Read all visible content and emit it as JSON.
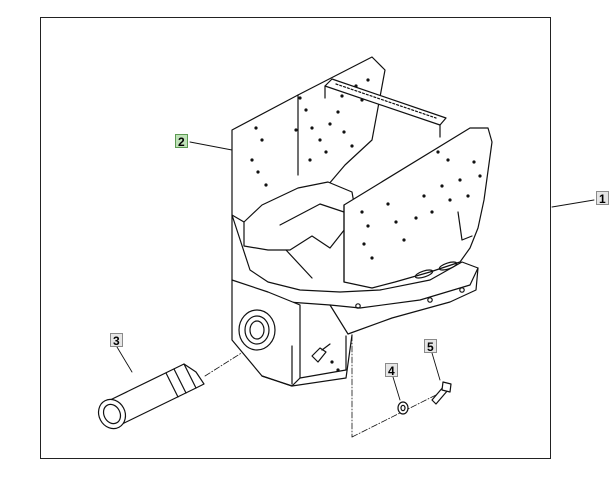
{
  "callouts": {
    "c1": {
      "label": "1",
      "highlighted": false
    },
    "c2": {
      "label": "2",
      "highlighted": true
    },
    "c3": {
      "label": "3",
      "highlighted": false
    },
    "c4": {
      "label": "4",
      "highlighted": false
    },
    "c5": {
      "label": "5",
      "highlighted": false
    }
  },
  "colors": {
    "highlight_fill": "#bfe2b8",
    "callout_fill": "#e6e6e6",
    "line": "#111111"
  }
}
